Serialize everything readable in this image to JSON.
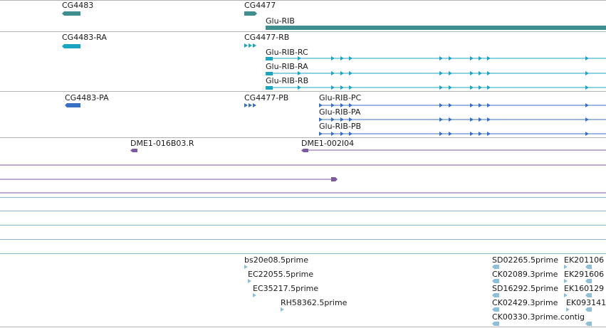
{
  "colors": {
    "gene": "#3f8f8f",
    "transcript": "#1aa5c0",
    "protein": "#3a6fc8",
    "clone": "#7a5aa0",
    "est": "#8ebfd8",
    "separator": "#b4b4b4",
    "separator_blue": "#8fb6cc"
  },
  "tracks": {
    "genes": [
      "CG4483",
      "CG4477",
      "Glu-RIB"
    ],
    "transcripts": [
      "CG4483-RA",
      "CG4477-RB",
      "Glu-RIB-RC",
      "Glu-RIB-RA",
      "Glu-RIB-RB"
    ],
    "proteins": [
      "CG4483-PA",
      "CG4477-PB",
      "Glu-RIB-PC",
      "Glu-RIB-PA",
      "Glu-RIB-PB"
    ],
    "clones": [
      "DME1-016B03.R",
      "DME1-002I04"
    ],
    "ests": [
      "bs20e08.5prime",
      "EC22055.5prime",
      "EC35217.5prime",
      "RH58362.5prime",
      "SD02265.5prime",
      "EK201106",
      "CK02089.3prime",
      "EK291606",
      "SD16292.5prime",
      "EK160129",
      "CK02429.3prime",
      "EK093141",
      "CK00330.3prime.contig"
    ]
  }
}
